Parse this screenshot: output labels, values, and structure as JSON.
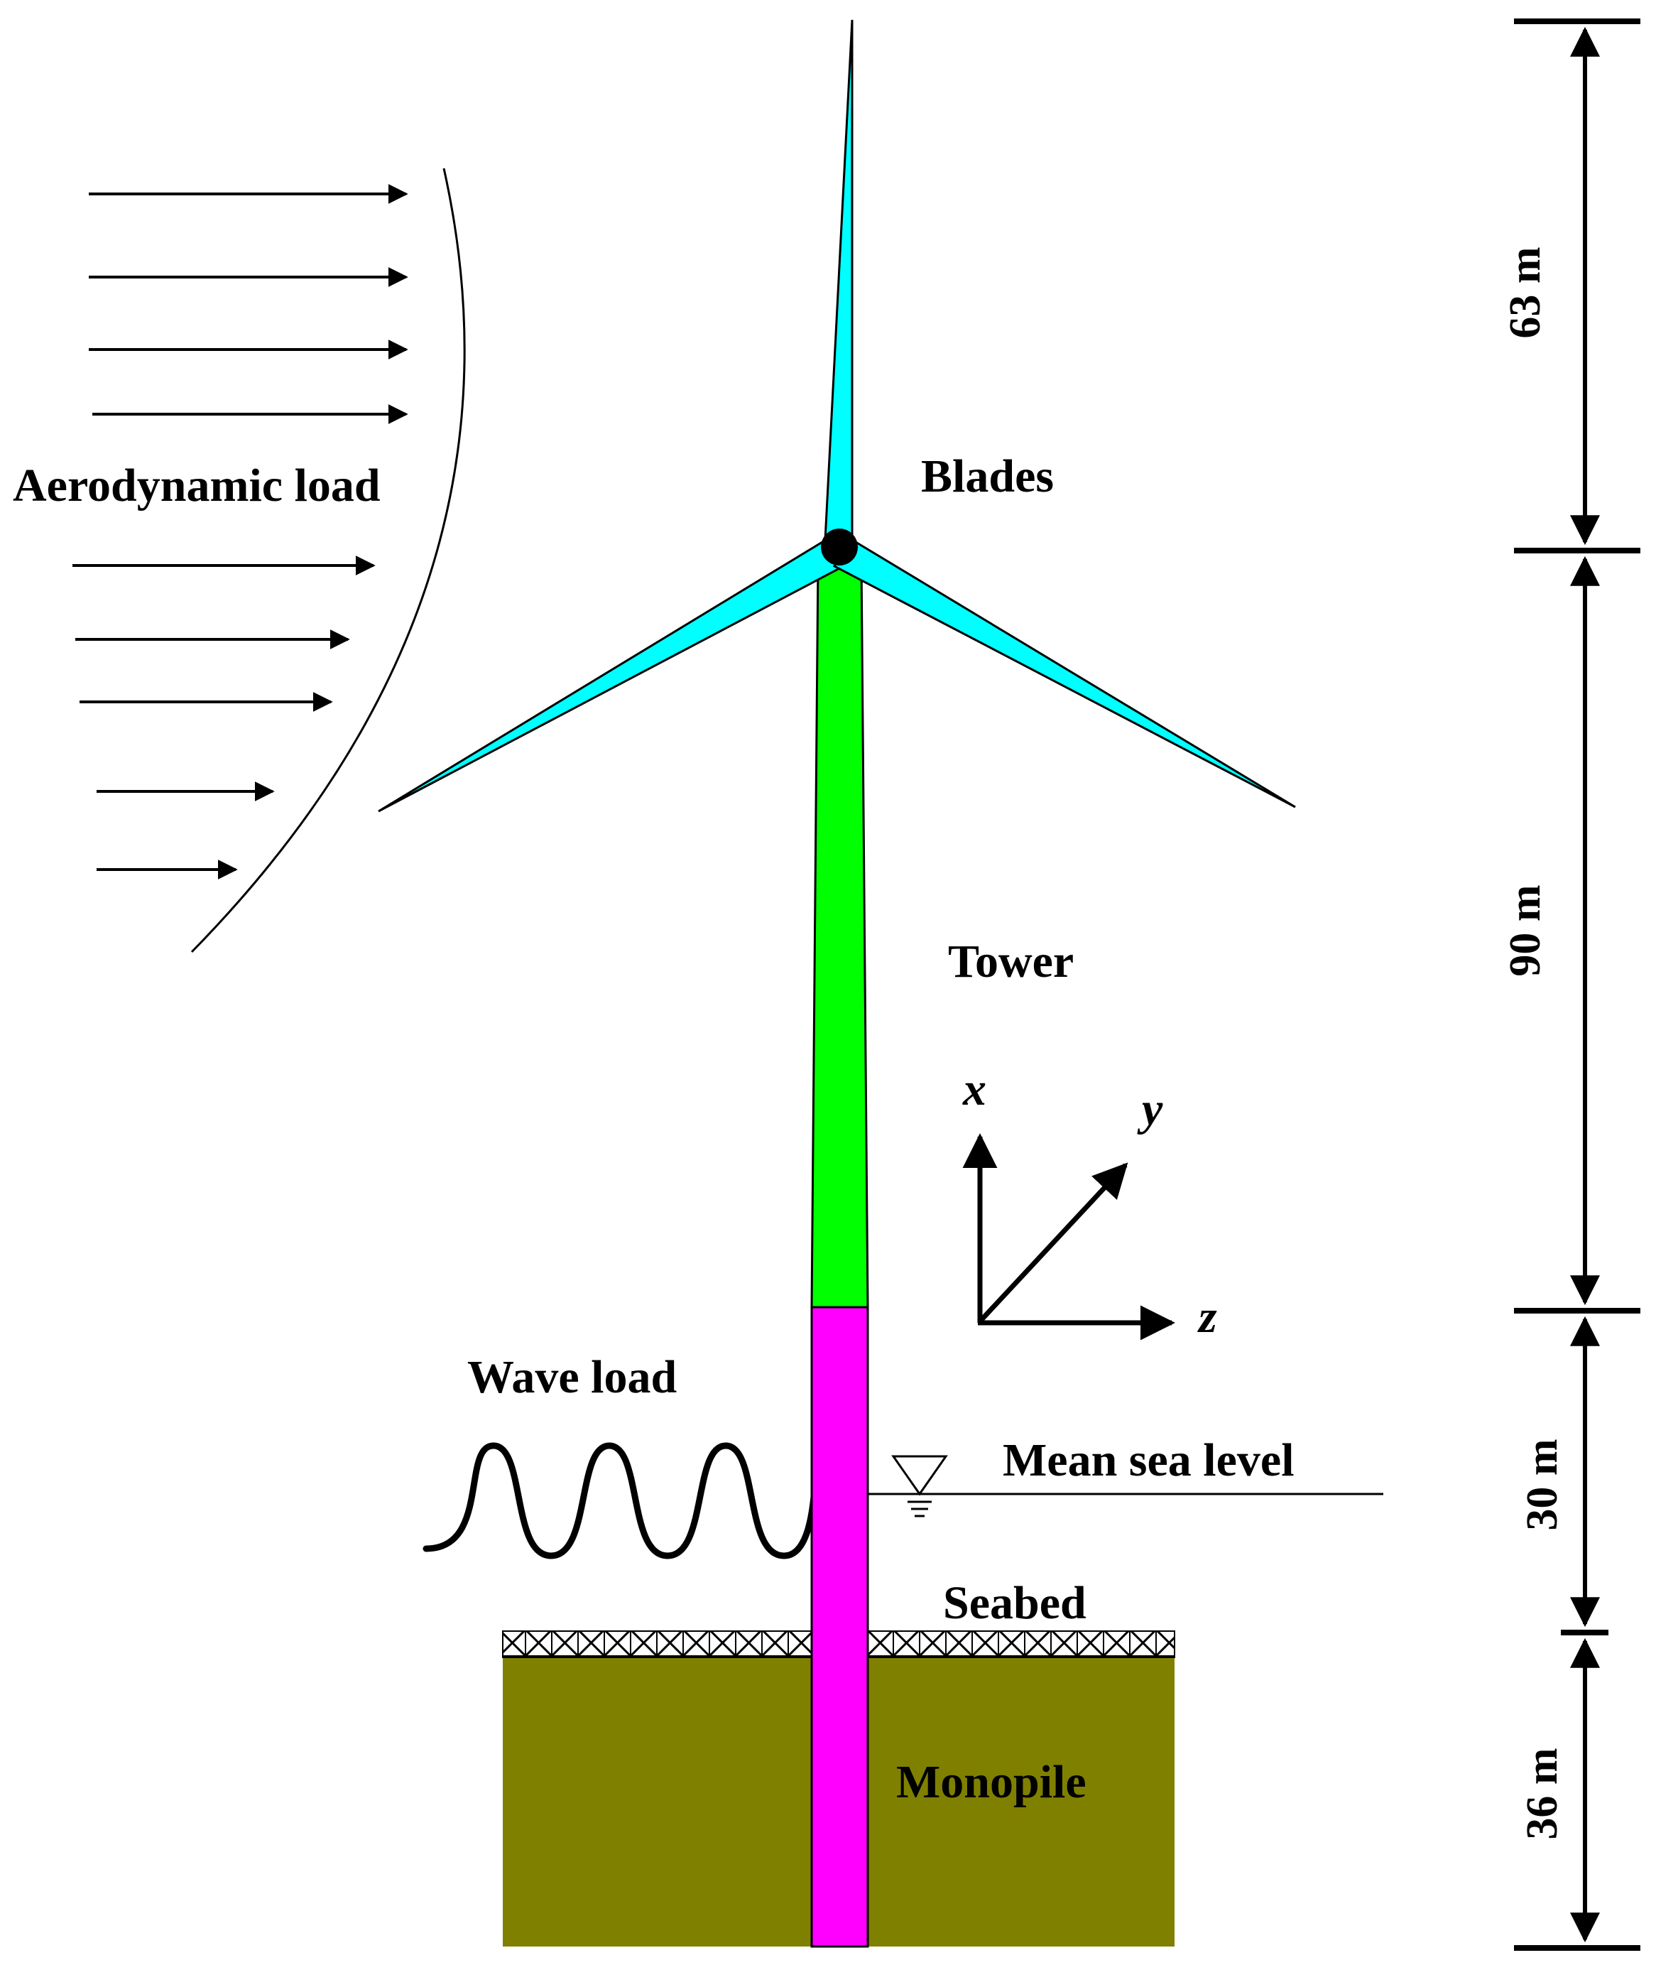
{
  "labels": {
    "aerodynamic_load": "Aerodynamic load",
    "blades": "Blades",
    "tower": "Tower",
    "wave_load": "Wave load",
    "mean_sea_level": "Mean sea level",
    "seabed": "Seabed",
    "monopile": "Monopile"
  },
  "axes": {
    "x": "x",
    "y": "y",
    "z": "z"
  },
  "dimensions": {
    "blade_length": "63 m",
    "tower_height": "90 m",
    "water_depth": "30 m",
    "embedded_length": "36 m"
  },
  "colors": {
    "blades": "#00FFFF",
    "tower": "#00FF00",
    "monopile": "#FF00FF",
    "soil": "#808000",
    "hub": "#000000",
    "line": "#000000"
  }
}
